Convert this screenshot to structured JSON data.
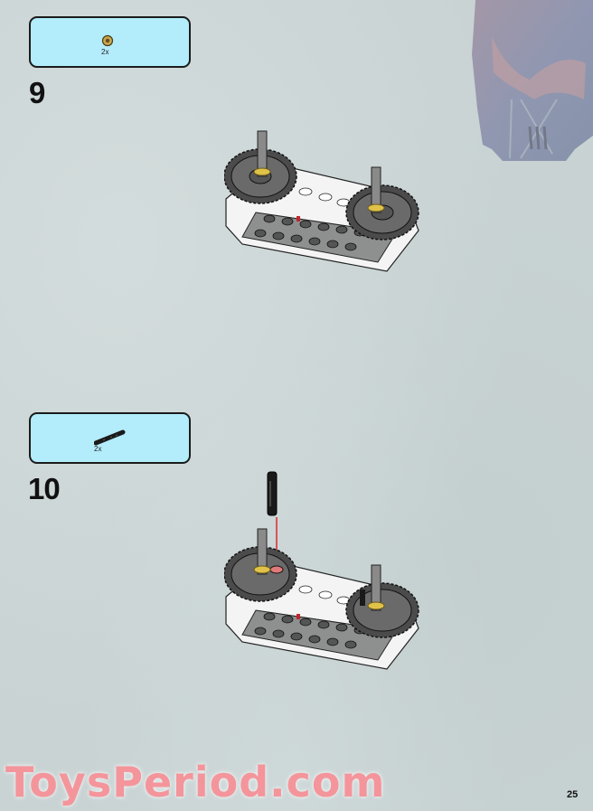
{
  "page": {
    "number": "25",
    "watermark": "ToysPeriod.com",
    "background_color": "#c9d3d3"
  },
  "steps": [
    {
      "number": "9",
      "parts_box": {
        "background_color": "#b3ecfb",
        "parts": [
          {
            "icon": "bush-icon",
            "color": "#c8a84a",
            "quantity": "2x"
          }
        ]
      },
      "model": {
        "description": "gray base with two gear wheels on axles with yellow bushes"
      }
    },
    {
      "number": "10",
      "parts_box": {
        "background_color": "#b3ecfb",
        "parts": [
          {
            "icon": "pin-icon",
            "color": "#1a1a1a",
            "quantity": "2x"
          }
        ]
      },
      "model": {
        "description": "black pin inserted into left gear, indicated by red arrow"
      }
    }
  ],
  "decoration": {
    "icon": "helmet-icon"
  }
}
